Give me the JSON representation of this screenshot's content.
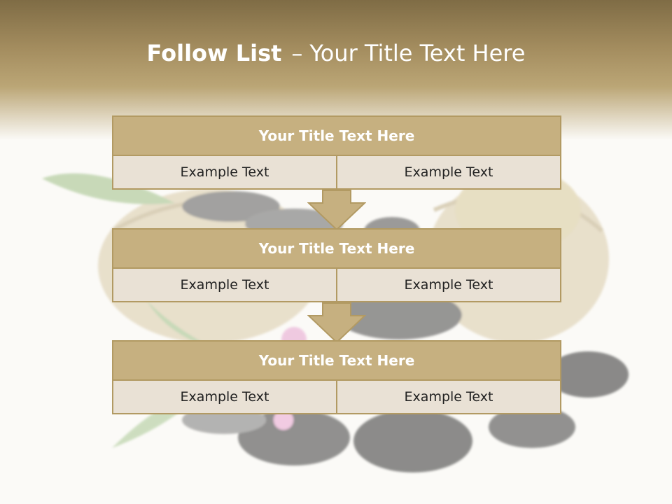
{
  "slide": {
    "title_bold": "Follow List",
    "title_separator": "–",
    "title_rest": "Your Title Text Here"
  },
  "flow": [
    {
      "title": "Your Title Text Here",
      "left": "Example Text",
      "right": "Example Text"
    },
    {
      "title": "Your Title Text Here",
      "left": "Example Text",
      "right": "Example Text"
    },
    {
      "title": "Your Title Text Here",
      "left": "Example Text",
      "right": "Example Text"
    }
  ],
  "colors": {
    "header": "#a48d5f",
    "box_title": "#c6b080",
    "box_cell": "#e9e1d5",
    "border": "#b29a63"
  },
  "icons": [
    "down-arrow-icon",
    "down-arrow-icon"
  ]
}
